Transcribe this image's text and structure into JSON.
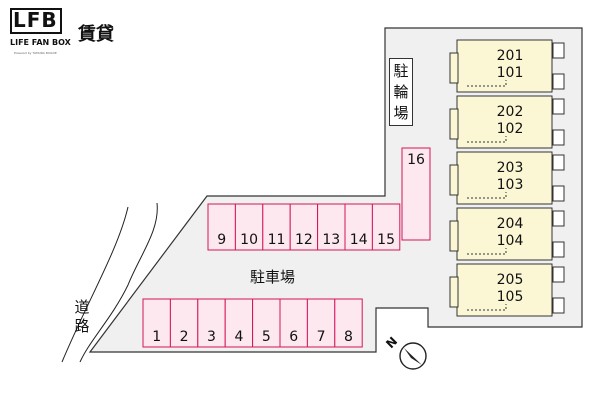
{
  "header": {
    "logo_mark": "LFB",
    "logo_name": "LIFE FAN BOX",
    "logo_tagline": "Powered by TAMURA BUILDE",
    "rent_label": "賃貸"
  },
  "labels": {
    "road": "道路",
    "bicycle_parking": "駐輪場",
    "car_parking": "駐車場"
  },
  "parking_spaces": {
    "bottom_row": [
      "1",
      "2",
      "3",
      "4",
      "5",
      "6",
      "7",
      "8"
    ],
    "top_row": [
      "9",
      "10",
      "11",
      "12",
      "13",
      "14",
      "15"
    ],
    "standalone": "16"
  },
  "units": [
    {
      "upper": "201",
      "lower": "101"
    },
    {
      "upper": "202",
      "lower": "102"
    },
    {
      "upper": "203",
      "lower": "103"
    },
    {
      "upper": "204",
      "lower": "104"
    },
    {
      "upper": "205",
      "lower": "105"
    }
  ],
  "compass": {
    "label": "N"
  },
  "colors": {
    "parking_fill": "#fde8ef",
    "parking_stroke": "#d4145a",
    "unit_fill": "#fbf7d4",
    "lot_fill": "#f0f0f0"
  }
}
